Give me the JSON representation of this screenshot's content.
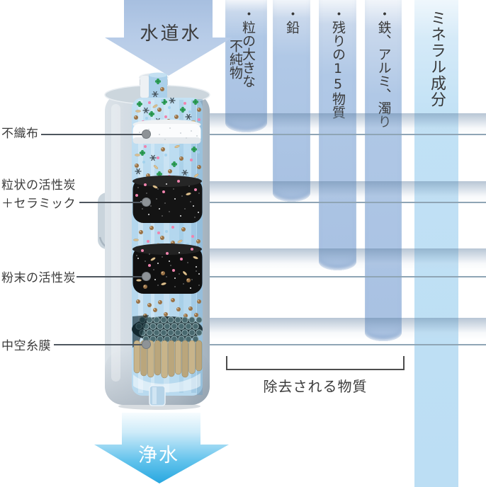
{
  "arrows": {
    "top_label": "水道水",
    "bottom_label": "浄水"
  },
  "filter_labels": {
    "fabric": "不織布",
    "granular_1": "粒状の活性炭",
    "granular_2": "＋セラミック",
    "powder": "粉末の活性炭",
    "hollow": "中空糸膜"
  },
  "columns": {
    "col1_line1": "・粒の大きな",
    "col1_line2": "不純物",
    "col2": "・鉛",
    "col3": "・残りの15物質",
    "col4": "・鉄、アルミ、濁り",
    "col5": "ミネラル成分",
    "bracket_label": "除去される物質"
  },
  "colors": {
    "removal_bar": "#a8c1e2",
    "mineral_bar": "#bcdef4",
    "tap_water_arrow": "#b6cbe7",
    "clean_water_arrow": "#28a7e0",
    "text": "#3b3b3b"
  }
}
